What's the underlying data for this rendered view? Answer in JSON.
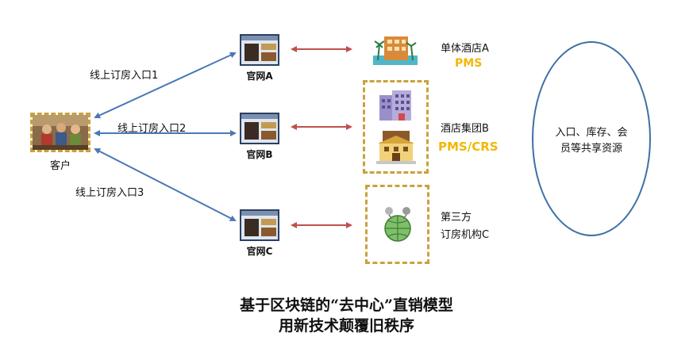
{
  "customer": {
    "label": "客户"
  },
  "channels": [
    {
      "label": "线上订房入口1"
    },
    {
      "label": "线上订房入口2"
    },
    {
      "label": "线上订房入口3"
    }
  ],
  "sites": [
    {
      "label": "官网A"
    },
    {
      "label": "官网B"
    },
    {
      "label": "官网C"
    }
  ],
  "hotels": [
    {
      "name": "单体酒店A",
      "system": "PMS"
    },
    {
      "name": "酒店集团B",
      "system": "PMS/CRS"
    },
    {
      "name_line1": "第三方",
      "name_line2": "订房机构C"
    }
  ],
  "shared_resources": {
    "line1": "入口、库存、会",
    "line2": "员等共享资源"
  },
  "caption": {
    "line1": "基于区块链的“去中心”直销模型",
    "line2": "用新技术颠覆旧秩序"
  },
  "colors": {
    "blue_arrow": "#4a78b5",
    "red_arrow": "#c0504d",
    "dash": "#caa23a",
    "pms": "#f2b705",
    "ellipse": "#3e6fa6"
  }
}
